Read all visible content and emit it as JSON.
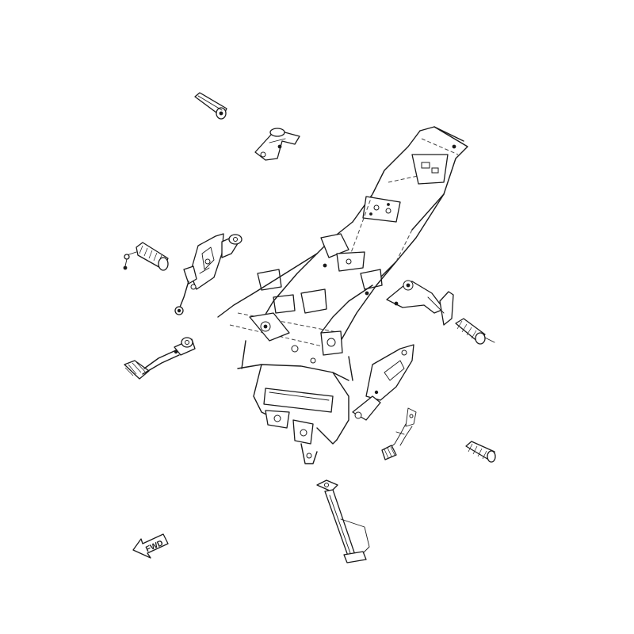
{
  "diagram": {
    "direction_label": "FWD",
    "parts": [
      "main-frame",
      "rider-footrest-bracket-left",
      "rider-footrest-bracket-right",
      "passenger-footrest-bracket-left",
      "passenger-footrest-bracket-right",
      "rider-footpeg-left",
      "rider-footpeg-right",
      "passenger-footpeg-left",
      "passenger-footpeg-right",
      "shift-pedal",
      "brake-pedal",
      "side-stand"
    ]
  }
}
